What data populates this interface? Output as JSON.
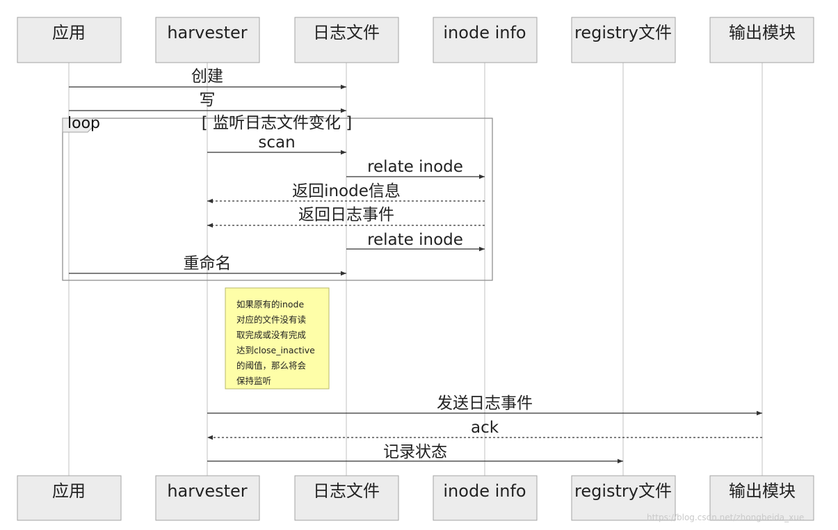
{
  "participants": [
    {
      "id": "app",
      "label": "应用"
    },
    {
      "id": "harvester",
      "label": "harvester"
    },
    {
      "id": "logfile",
      "label": "日志文件"
    },
    {
      "id": "inode",
      "label": "inode info"
    },
    {
      "id": "registry",
      "label": "registry文件"
    },
    {
      "id": "output",
      "label": "输出模块"
    }
  ],
  "messages": [
    {
      "from": "app",
      "to": "logfile",
      "label": "创建",
      "style": "solid"
    },
    {
      "from": "app",
      "to": "logfile",
      "label": "写",
      "style": "solid"
    },
    {
      "from": "harvester",
      "to": "logfile",
      "label": "scan",
      "style": "solid"
    },
    {
      "from": "logfile",
      "to": "inode",
      "label": "relate inode",
      "style": "solid"
    },
    {
      "from": "inode",
      "to": "harvester",
      "label": "返回inode信息",
      "style": "dashed"
    },
    {
      "from": "inode",
      "to": "harvester",
      "label": "返回日志事件",
      "style": "dashed"
    },
    {
      "from": "logfile",
      "to": "inode",
      "label": "relate inode",
      "style": "solid"
    },
    {
      "from": "app",
      "to": "logfile",
      "label": "重命名",
      "style": "solid"
    },
    {
      "from": "harvester",
      "to": "output",
      "label": "发送日志事件",
      "style": "solid"
    },
    {
      "from": "output",
      "to": "harvester",
      "label": "ack",
      "style": "dashed"
    },
    {
      "from": "harvester",
      "to": "registry",
      "label": "记录状态",
      "style": "solid"
    }
  ],
  "loop": {
    "label": "loop",
    "condition": "[ 监听日志文件变化 ]"
  },
  "note": {
    "lines": [
      "如果原有的inode",
      "对应的文件没有读",
      "取完成或没有完成",
      "达到close_inactive",
      "的阈值，那么将会",
      "保持监听"
    ]
  },
  "watermark": "https://blog.csdn.net/zhongbeida_xue",
  "colors": {
    "actor_fill": "#ececec",
    "note_fill": "#fefea8",
    "line": "#333333"
  }
}
